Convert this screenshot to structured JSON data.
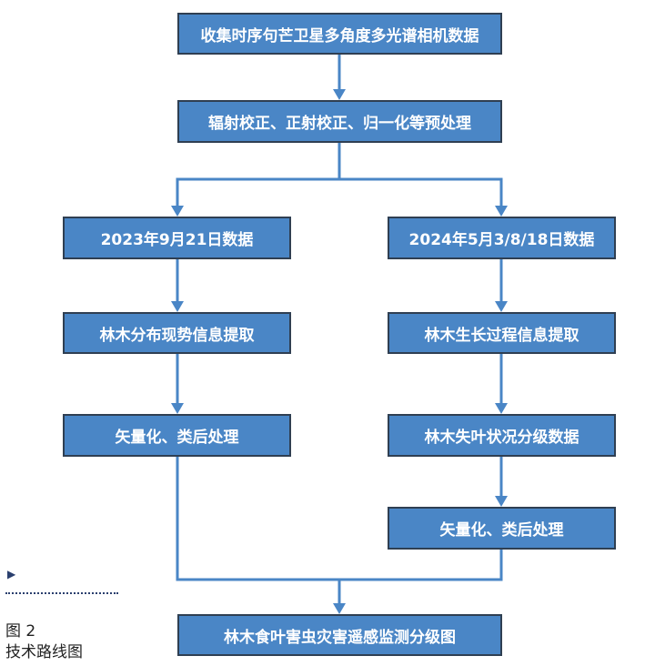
{
  "nodes": {
    "collect": "收集时序句芒卫星多角度多光谱相机数据",
    "preprocess": "辐射校正、正射校正、归一化等预处理",
    "data_2023": "2023年9月21日数据",
    "data_2024": "2024年5月3/8/18日数据",
    "extract_distribution": "林木分布现势信息提取",
    "extract_growth": "林木生长过程信息提取",
    "vectorize_left": "矢量化、类后处理",
    "defoliation_grading": "林木失叶状况分级数据",
    "vectorize_right": "矢量化、类后处理",
    "final_map": "林木食叶害虫灾害遥感监测分级图"
  },
  "caption": {
    "label": "图 2",
    "title": "技术路线图"
  },
  "colors": {
    "box_fill": "#4a86c6",
    "box_border": "#2f3f52",
    "arrow": "#4a86c6",
    "marker": "#2a3f6e"
  }
}
